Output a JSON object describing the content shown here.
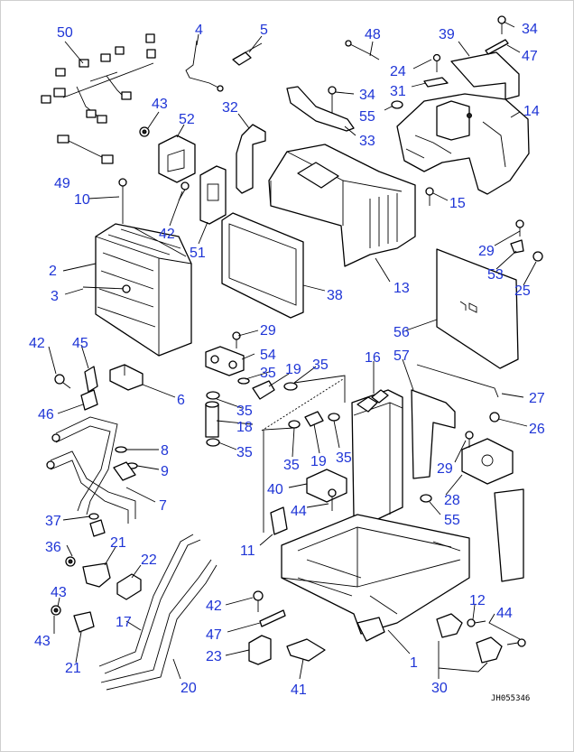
{
  "diagram": {
    "type": "exploded-parts-diagram",
    "drawing_code": "JH055346",
    "callout_color": "#1f35d6",
    "line_color": "#000000",
    "background": "#ffffff",
    "callouts": [
      {
        "id": "c50",
        "label": "50"
      },
      {
        "id": "c4",
        "label": "4"
      },
      {
        "id": "c5",
        "label": "5"
      },
      {
        "id": "c48",
        "label": "48"
      },
      {
        "id": "c39",
        "label": "39"
      },
      {
        "id": "c34a",
        "label": "34"
      },
      {
        "id": "c47a",
        "label": "47"
      },
      {
        "id": "c24",
        "label": "24"
      },
      {
        "id": "c31",
        "label": "31"
      },
      {
        "id": "c34b",
        "label": "34"
      },
      {
        "id": "c55a",
        "label": "55"
      },
      {
        "id": "c14",
        "label": "14"
      },
      {
        "id": "c43a",
        "label": "43"
      },
      {
        "id": "c52",
        "label": "52"
      },
      {
        "id": "c32",
        "label": "32"
      },
      {
        "id": "c33",
        "label": "33"
      },
      {
        "id": "c49",
        "label": "49"
      },
      {
        "id": "c10",
        "label": "10"
      },
      {
        "id": "c15",
        "label": "15"
      },
      {
        "id": "c42a",
        "label": "42"
      },
      {
        "id": "c2",
        "label": "2"
      },
      {
        "id": "c51",
        "label": "51"
      },
      {
        "id": "c29a",
        "label": "29"
      },
      {
        "id": "c53",
        "label": "53"
      },
      {
        "id": "c25",
        "label": "25"
      },
      {
        "id": "c3",
        "label": "3"
      },
      {
        "id": "c38",
        "label": "38"
      },
      {
        "id": "c13",
        "label": "13"
      },
      {
        "id": "c56",
        "label": "56"
      },
      {
        "id": "c29b",
        "label": "29"
      },
      {
        "id": "c54",
        "label": "54"
      },
      {
        "id": "c42b",
        "label": "42"
      },
      {
        "id": "c45",
        "label": "45"
      },
      {
        "id": "c35a",
        "label": "35"
      },
      {
        "id": "c19a",
        "label": "19"
      },
      {
        "id": "c35b",
        "label": "35"
      },
      {
        "id": "c16",
        "label": "16"
      },
      {
        "id": "c57",
        "label": "57"
      },
      {
        "id": "c6",
        "label": "6"
      },
      {
        "id": "c27",
        "label": "27"
      },
      {
        "id": "c46",
        "label": "46"
      },
      {
        "id": "c35c",
        "label": "35"
      },
      {
        "id": "c18",
        "label": "18"
      },
      {
        "id": "c26",
        "label": "26"
      },
      {
        "id": "c8",
        "label": "8"
      },
      {
        "id": "c35d",
        "label": "35"
      },
      {
        "id": "c9",
        "label": "9"
      },
      {
        "id": "c35e",
        "label": "35"
      },
      {
        "id": "c19b",
        "label": "19"
      },
      {
        "id": "c35f",
        "label": "35"
      },
      {
        "id": "c29c",
        "label": "29"
      },
      {
        "id": "c40",
        "label": "40"
      },
      {
        "id": "c28",
        "label": "28"
      },
      {
        "id": "c7",
        "label": "7"
      },
      {
        "id": "c44a",
        "label": "44"
      },
      {
        "id": "c37",
        "label": "37"
      },
      {
        "id": "c55b",
        "label": "55"
      },
      {
        "id": "c36",
        "label": "36"
      },
      {
        "id": "c21a",
        "label": "21"
      },
      {
        "id": "c11",
        "label": "11"
      },
      {
        "id": "c22",
        "label": "22"
      },
      {
        "id": "c43b",
        "label": "43"
      },
      {
        "id": "c12",
        "label": "12"
      },
      {
        "id": "c44b",
        "label": "44"
      },
      {
        "id": "c42c",
        "label": "42"
      },
      {
        "id": "c17",
        "label": "17"
      },
      {
        "id": "c43c",
        "label": "43"
      },
      {
        "id": "c47b",
        "label": "47"
      },
      {
        "id": "c23",
        "label": "23"
      },
      {
        "id": "c1",
        "label": "1"
      },
      {
        "id": "c21b",
        "label": "21"
      },
      {
        "id": "c20",
        "label": "20"
      },
      {
        "id": "c41",
        "label": "41"
      },
      {
        "id": "c30",
        "label": "30"
      }
    ]
  }
}
